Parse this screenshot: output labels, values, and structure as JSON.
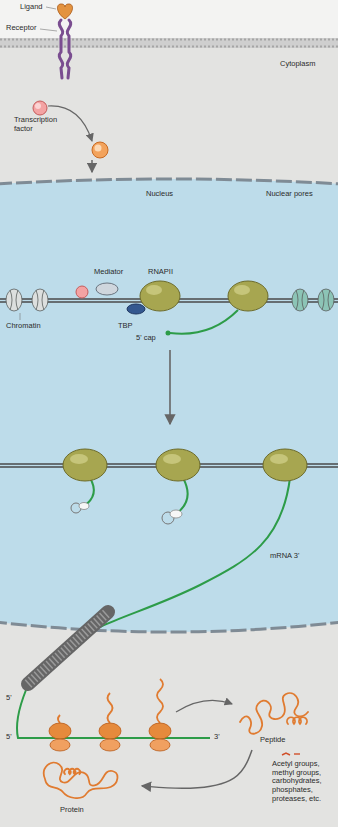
{
  "diagram": {
    "nodes": [
      {
        "text": [
          "Receptor"
        ]
      },
      {
        "text": [
          "Cytoplasm"
        ]
      },
      {
        "text": [
          "Transcription factor"
        ],
        "in": 1
      },
      {
        "text": [
          "Nucleus"
        ],
        "in": 1
      },
      {
        "text": [
          "Peptide"
        ],
        "in": 1
      },
      {
        "text": [
          "Protein"
        ],
        "in": 1
      }
    ],
    "edges": [
      {
        "from": 2,
        "to": 3,
        "arrow": "to"
      },
      {
        "from": 4,
        "to": 5,
        "arrow": "to"
      }
    ],
    "labels": [
      "Ligand",
      "Nuclear pores",
      "Mediator",
      "RNAPII",
      "TBP",
      "Chromatin",
      "5' cap",
      "mRNA 3'",
      "5'",
      "5'",
      "3'",
      "Acetyl groups, methyl groups, carbohydrates, phosphates, proteases, etc."
    ]
  }
}
